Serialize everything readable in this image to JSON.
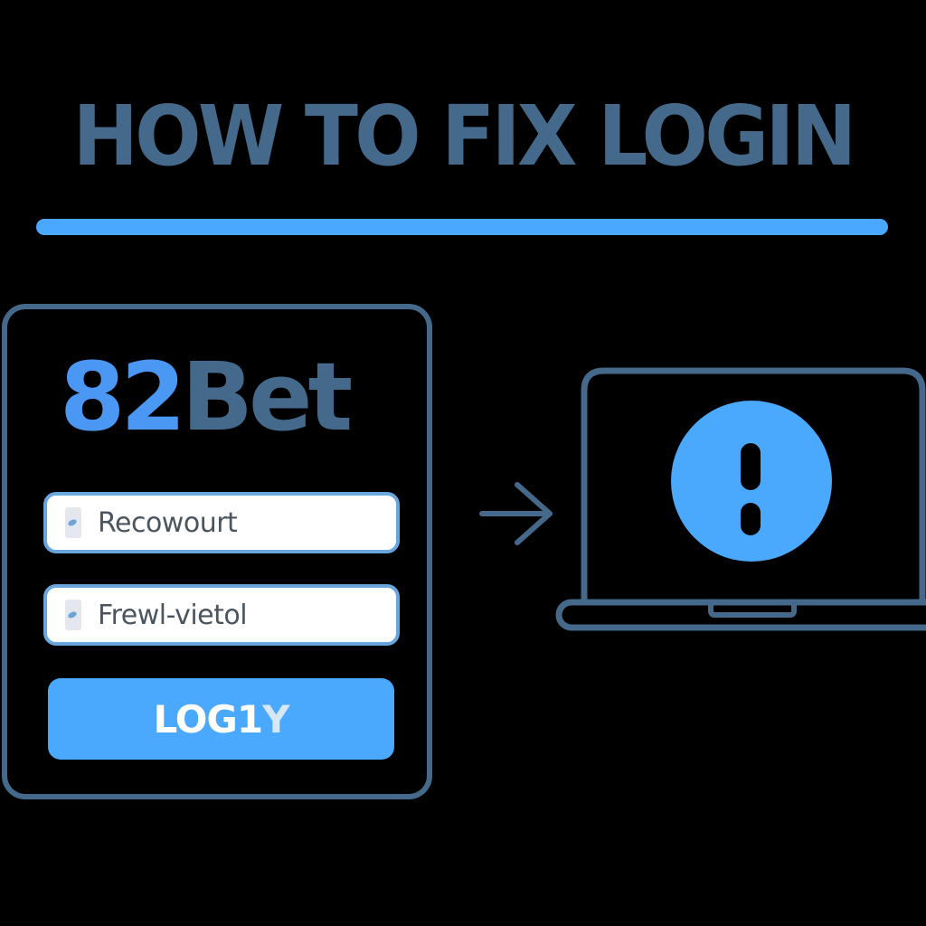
{
  "header": {
    "title": "HOW TO FIX LOGIN"
  },
  "login_panel": {
    "brand_number": "82",
    "brand_word": "Bet",
    "fields": [
      {
        "icon": "user-icon",
        "value": "Recowourt"
      },
      {
        "icon": "lock-icon",
        "value": "Frewl-vietol"
      }
    ],
    "button": {
      "label_main": "LOG1",
      "label_faded": "Y"
    }
  },
  "illustration": {
    "arrow_icon": "arrow-right-icon",
    "device_icon": "laptop-icon",
    "alert_icon": "exclamation-icon"
  },
  "colors": {
    "background": "#000000",
    "primary_blue": "#4aa9fd",
    "muted_blue": "#44698a",
    "field_border": "#6aa6de"
  }
}
